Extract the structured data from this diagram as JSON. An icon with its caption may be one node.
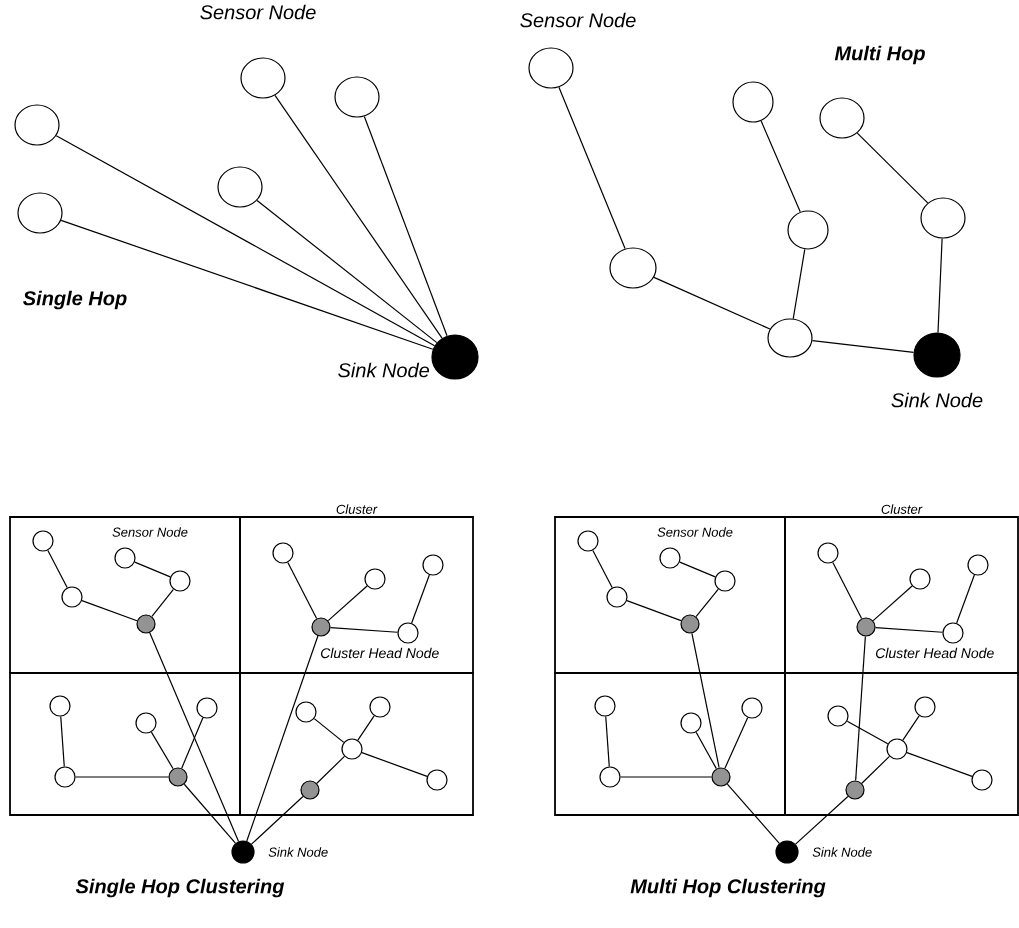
{
  "diagram": {
    "nodes": [
      {
        "text": [],
        "shape": "circle"
      },
      {
        "text": [],
        "shape": "circle"
      },
      {
        "text": [],
        "shape": "circle"
      },
      {
        "text": [],
        "shape": "circle"
      },
      {
        "text": [],
        "shape": "circle"
      },
      {
        "text": [],
        "shape": "circle",
        "beside": [
          "Sink Node"
        ]
      },
      {
        "text": [],
        "shape": "circle"
      },
      {
        "text": [],
        "shape": "circle"
      },
      {
        "text": [],
        "shape": "circle"
      },
      {
        "text": [],
        "shape": "circle"
      },
      {
        "text": [],
        "shape": "circle"
      },
      {
        "text": [],
        "shape": "circle"
      },
      {
        "text": [],
        "shape": "circle"
      },
      {
        "text": [],
        "shape": "circle",
        "beside": [
          "Sink Node"
        ]
      },
      {
        "text": [],
        "shape": "box"
      },
      {
        "text": [
          "Cluster"
        ]
      },
      {
        "text": [],
        "shape": "box"
      },
      {
        "text": [],
        "shape": "box"
      },
      {
        "text": [],
        "shape": "circle",
        "in": 14
      },
      {
        "text": [],
        "shape": "circle",
        "in": 14
      },
      {
        "text": [],
        "shape": "circle",
        "in": 14
      },
      {
        "text": [],
        "shape": "circle",
        "in": 14
      },
      {
        "text": [],
        "shape": "circle",
        "in": 14
      },
      {
        "text": [],
        "shape": "circle",
        "in": 15
      },
      {
        "text": [],
        "shape": "circle",
        "in": 15
      },
      {
        "text": [],
        "shape": "circle",
        "in": 15
      },
      {
        "text": [],
        "shape": "circle",
        "in": 15
      },
      {
        "text": [],
        "shape": "circle",
        "in": 15
      },
      {
        "text": [],
        "shape": "circle",
        "in": 16
      },
      {
        "text": [],
        "shape": "circle",
        "in": 16
      },
      {
        "text": [],
        "shape": "circle",
        "in": 16
      },
      {
        "text": [],
        "shape": "circle",
        "in": 16
      },
      {
        "text": [],
        "shape": "circle",
        "in": 16
      },
      {
        "text": [],
        "shape": "circle",
        "in": 17
      },
      {
        "text": [],
        "shape": "circle",
        "in": 17
      },
      {
        "text": [],
        "shape": "circle",
        "in": 17
      },
      {
        "text": [],
        "shape": "circle",
        "in": 17
      },
      {
        "text": [],
        "shape": "circle",
        "in": 17
      },
      {
        "text": [],
        "shape": "circle",
        "beside": [
          "Sink Node"
        ]
      },
      {
        "text": [],
        "shape": "box"
      },
      {
        "text": [
          "Cluster"
        ]
      },
      {
        "text": [],
        "shape": "box"
      },
      {
        "text": [],
        "shape": "box"
      },
      {
        "text": [],
        "shape": "circle",
        "in": 39
      },
      {
        "text": [],
        "shape": "circle",
        "in": 39
      },
      {
        "text": [],
        "shape": "circle",
        "in": 39
      },
      {
        "text": [],
        "shape": "circle",
        "in": 39
      },
      {
        "text": [],
        "shape": "circle",
        "in": 39
      },
      {
        "text": [],
        "shape": "circle",
        "in": 40
      },
      {
        "text": [],
        "shape": "circle",
        "in": 40
      },
      {
        "text": [],
        "shape": "circle",
        "in": 40
      },
      {
        "text": [],
        "shape": "circle",
        "in": 40
      },
      {
        "text": [],
        "shape": "circle",
        "in": 40
      },
      {
        "text": [],
        "shape": "circle",
        "in": 41
      },
      {
        "text": [],
        "shape": "circle",
        "in": 41
      },
      {
        "text": [],
        "shape": "circle",
        "in": 41
      },
      {
        "text": [],
        "shape": "circle",
        "in": 41
      },
      {
        "text": [],
        "shape": "circle",
        "in": 41
      },
      {
        "text": [],
        "shape": "circle",
        "in": 42
      },
      {
        "text": [],
        "shape": "circle",
        "in": 42
      },
      {
        "text": [],
        "shape": "circle",
        "in": 42
      },
      {
        "text": [],
        "shape": "circle",
        "in": 42
      },
      {
        "text": [],
        "shape": "circle",
        "in": 42
      },
      {
        "text": [],
        "shape": "circle",
        "beside": [
          "Sink Node"
        ]
      }
    ],
    "edges": [
      {
        "from": 0,
        "to": 5,
        "arrow": "none"
      },
      {
        "from": 1,
        "to": 5,
        "arrow": "none"
      },
      {
        "from": 2,
        "to": 5,
        "arrow": "none"
      },
      {
        "from": 3,
        "to": 5,
        "arrow": "none"
      },
      {
        "from": 4,
        "to": 5,
        "arrow": "none"
      },
      {
        "from": 6,
        "to": 9,
        "arrow": "none"
      },
      {
        "from": 9,
        "to": 12,
        "arrow": "none"
      },
      {
        "from": 7,
        "to": 10,
        "arrow": "none"
      },
      {
        "from": 10,
        "to": 12,
        "arrow": "none"
      },
      {
        "from": 12,
        "to": 13,
        "arrow": "none"
      },
      {
        "from": 8,
        "to": 11,
        "arrow": "none"
      },
      {
        "from": 11,
        "to": 13,
        "arrow": "none"
      },
      {
        "from": 18,
        "to": 19,
        "arrow": "none"
      },
      {
        "from": 19,
        "to": 22,
        "arrow": "none"
      },
      {
        "from": 20,
        "to": 21,
        "arrow": "none"
      },
      {
        "from": 21,
        "to": 22,
        "arrow": "none"
      },
      {
        "from": 23,
        "to": 27,
        "arrow": "none"
      },
      {
        "from": 24,
        "to": 27,
        "arrow": "none"
      },
      {
        "from": 27,
        "to": 26,
        "arrow": "none"
      },
      {
        "from": 26,
        "to": 25,
        "arrow": "none"
      },
      {
        "from": 28,
        "to": 29,
        "arrow": "none"
      },
      {
        "from": 29,
        "to": 32,
        "arrow": "none"
      },
      {
        "from": 30,
        "to": 32,
        "arrow": "none"
      },
      {
        "from": 31,
        "to": 32,
        "arrow": "none"
      },
      {
        "from": 33,
        "to": 35,
        "arrow": "none"
      },
      {
        "from": 34,
        "to": 35,
        "arrow": "none"
      },
      {
        "from": 35,
        "to": 36,
        "arrow": "none"
      },
      {
        "from": 35,
        "to": 37,
        "arrow": "none"
      },
      {
        "from": 22,
        "to": 38,
        "arrow": "none"
      },
      {
        "from": 27,
        "to": 38,
        "arrow": "none"
      },
      {
        "from": 32,
        "to": 38,
        "arrow": "none"
      },
      {
        "from": 37,
        "to": 38,
        "arrow": "none"
      },
      {
        "from": 43,
        "to": 44,
        "arrow": "none"
      },
      {
        "from": 44,
        "to": 47,
        "arrow": "none"
      },
      {
        "from": 45,
        "to": 46,
        "arrow": "none"
      },
      {
        "from": 46,
        "to": 47,
        "arrow": "none"
      },
      {
        "from": 48,
        "to": 52,
        "arrow": "none"
      },
      {
        "from": 49,
        "to": 52,
        "arrow": "none"
      },
      {
        "from": 52,
        "to": 51,
        "arrow": "none"
      },
      {
        "from": 51,
        "to": 50,
        "arrow": "none"
      },
      {
        "from": 53,
        "to": 54,
        "arrow": "none"
      },
      {
        "from": 54,
        "to": 57,
        "arrow": "none"
      },
      {
        "from": 55,
        "to": 57,
        "arrow": "none"
      },
      {
        "from": 56,
        "to": 57,
        "arrow": "none"
      },
      {
        "from": 58,
        "to": 60,
        "arrow": "none"
      },
      {
        "from": 59,
        "to": 60,
        "arrow": "none"
      },
      {
        "from": 60,
        "to": 61,
        "arrow": "none"
      },
      {
        "from": 60,
        "to": 62,
        "arrow": "none"
      },
      {
        "from": 47,
        "to": 57,
        "arrow": "none"
      },
      {
        "from": 52,
        "to": 62,
        "arrow": "none"
      },
      {
        "from": 57,
        "to": 63,
        "arrow": "none"
      },
      {
        "from": 62,
        "to": 63,
        "arrow": "none"
      }
    ],
    "labels": [
      "Sensor Node",
      "Single Hop",
      "Sensor Node",
      "Multi Hop",
      "Sensor Node",
      "Cluster Head Node",
      "Single Hop Clustering",
      "Sensor Node",
      "Cluster Head Node",
      "Multi Hop Clustering"
    ]
  }
}
